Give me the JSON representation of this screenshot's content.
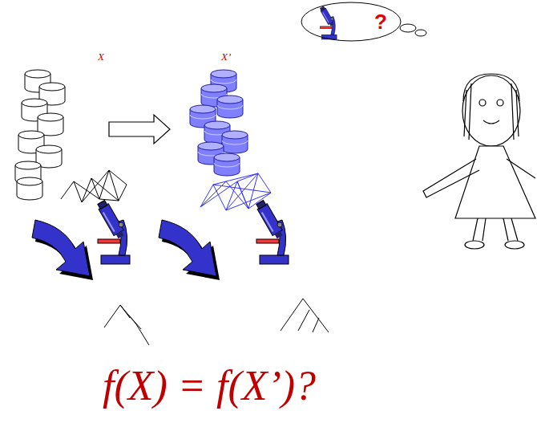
{
  "diagram": {
    "nodes": [
      {
        "text": [
          "?"
        ]
      }
    ],
    "labels": [
      "X",
      "X’",
      "f(X) = f(X’)?"
    ]
  }
}
